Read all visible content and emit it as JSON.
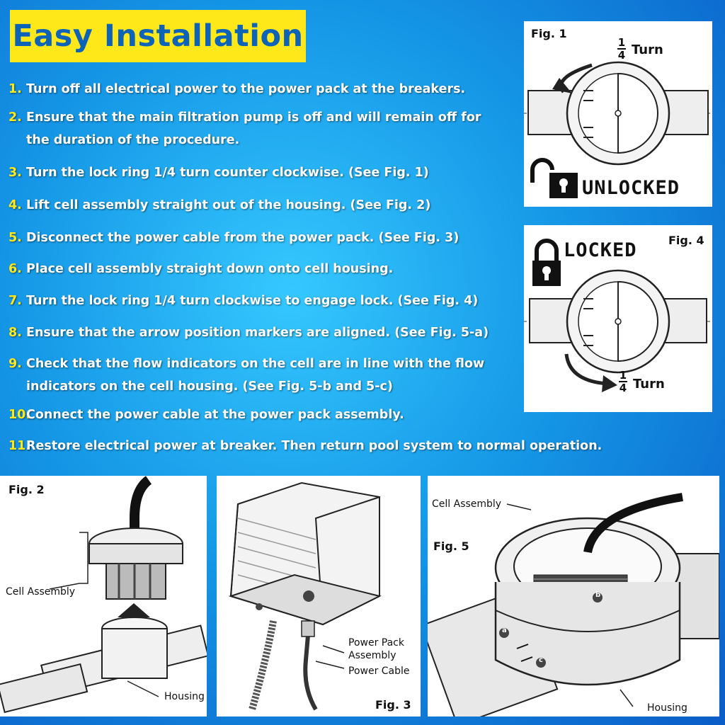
{
  "title": "Easy Installation",
  "steps": [
    {
      "num": "1.",
      "text": "Turn off all electrical power to the power pack at the breakers."
    },
    {
      "num": "2.",
      "text": "Ensure that the main filtration pump is off and will remain off for",
      "text2": "the duration of the procedure."
    },
    {
      "num": "3.",
      "text": "Turn the lock ring 1/4 turn counter clockwise.  (See Fig. 1)"
    },
    {
      "num": "4.",
      "text": "Lift cell assembly straight out of the housing.  (See Fig. 2)"
    },
    {
      "num": "5.",
      "text": "Disconnect the power cable from the power pack.  (See Fig. 3)"
    },
    {
      "num": "6.",
      "text": "Place cell assembly straight down onto cell housing."
    },
    {
      "num": "7.",
      "text": "Turn the lock ring 1/4 turn clockwise to engage lock.  (See Fig. 4)"
    },
    {
      "num": "8.",
      "text": "Ensure that the arrow position markers are aligned.  (See Fig. 5-a)"
    },
    {
      "num": "9.",
      "text": "Check that the flow indicators on the cell are in line with the flow",
      "text2": "indicators on the cell housing.  (See Fig. 5-b and 5-c)"
    },
    {
      "num": "10.",
      "text": "Connect the power cable at the power pack assembly."
    },
    {
      "num": "11.",
      "text": "Restore electrical power at breaker. Then return pool system to normal operation."
    }
  ],
  "fig1": {
    "label": "Fig. 1",
    "fraction_num": "1",
    "fraction_den": "4",
    "turn": "Turn",
    "status": "UNLOCKED"
  },
  "fig4": {
    "label": "Fig. 4",
    "fraction_num": "1",
    "fraction_den": "4",
    "turn": "Turn",
    "status": "LOCKED"
  },
  "fig2": {
    "label": "Fig. 2",
    "cell_assembly": "Cell Assembly",
    "housing": "Housing"
  },
  "fig3": {
    "label": "Fig. 3",
    "power_pack_1": "Power Pack",
    "power_pack_2": "Assembly",
    "power_cable": "Power Cable"
  },
  "fig5": {
    "label": "Fig. 5",
    "cell_assembly": "Cell Assembly",
    "housing": "Housing",
    "marker_a": "a",
    "marker_b": "b",
    "marker_c": "c"
  },
  "colors": {
    "title_bg": "#ffe81a",
    "title_text": "#0d63b8",
    "step_number": "#ffe81a",
    "step_text": "#ffffff"
  }
}
